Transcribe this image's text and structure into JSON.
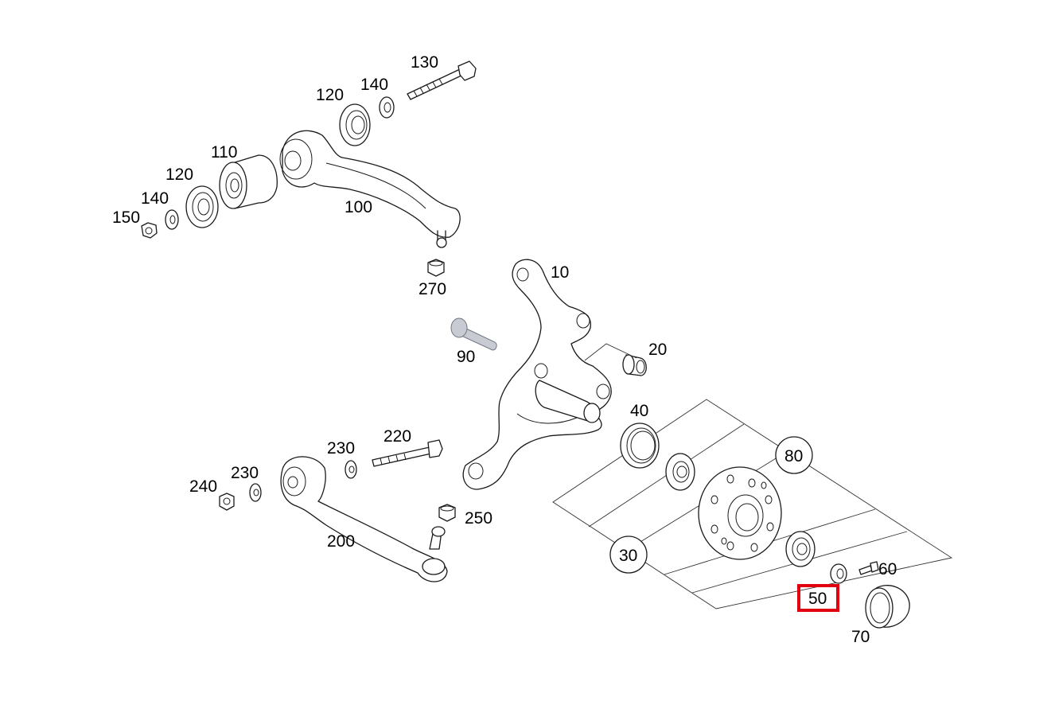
{
  "diagram": {
    "callouts": {
      "c10": "10",
      "c20": "20",
      "c30": "30",
      "c40": "40",
      "c50": "50",
      "c60": "60",
      "c70": "70",
      "c80": "80",
      "c90": "90",
      "c100": "100",
      "c110": "110",
      "c120a": "120",
      "c120b": "120",
      "c130": "130",
      "c140a": "140",
      "c140b": "140",
      "c150": "150",
      "c200": "200",
      "c220": "220",
      "c230a": "230",
      "c230b": "230",
      "c240": "240",
      "c250": "250",
      "c270": "270"
    },
    "highlighted_part": "50",
    "colors": {
      "highlight": "#e0000f",
      "line": "#1a1a1a",
      "bolt_90": "#c8ccd2"
    }
  }
}
